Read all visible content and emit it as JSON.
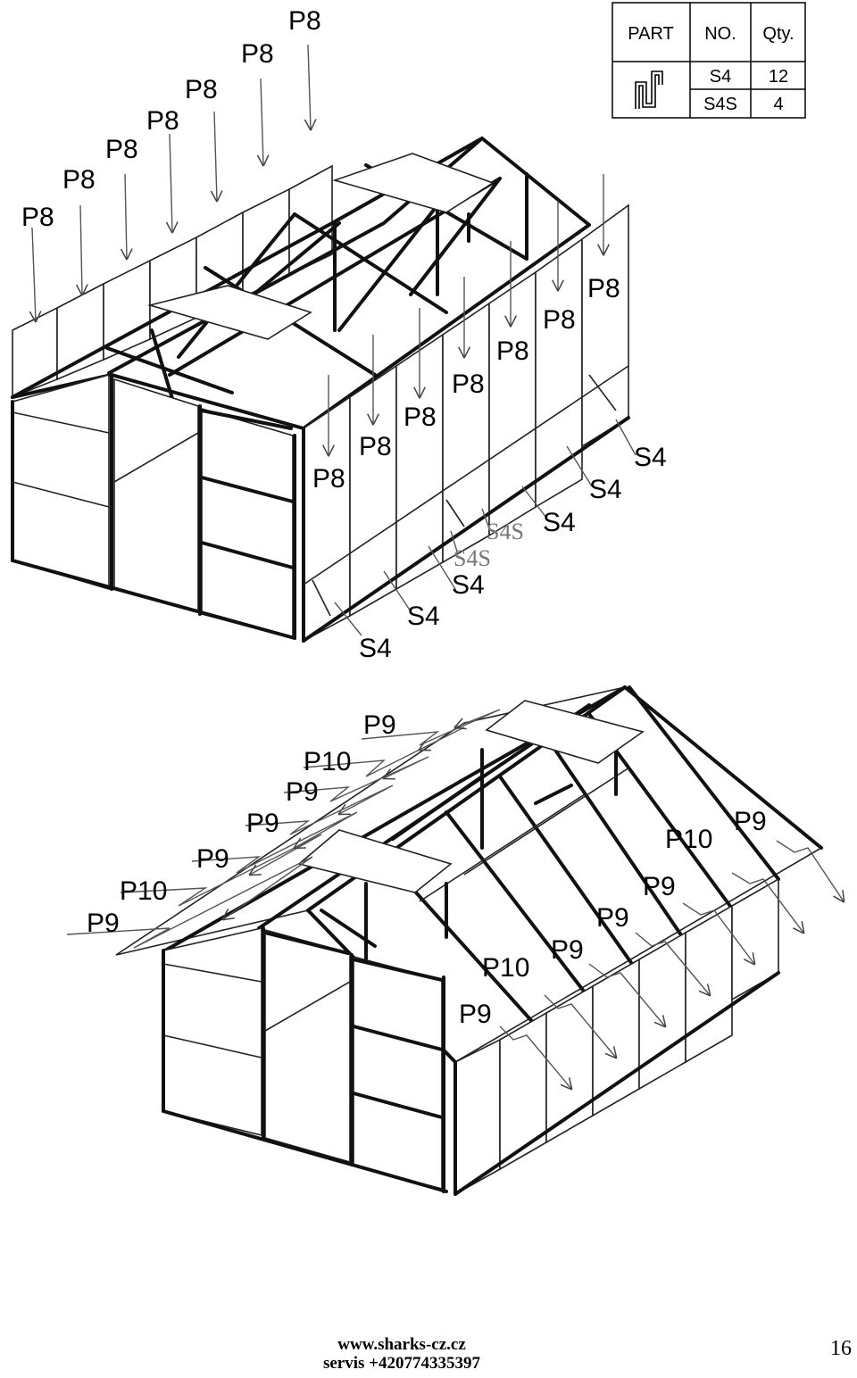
{
  "parts_table": {
    "headers": [
      "PART",
      "NO.",
      "Qty."
    ],
    "rows": [
      {
        "no": "S4",
        "qty": "12"
      },
      {
        "no": "S4S",
        "qty": "4"
      }
    ],
    "part_icon": "s4-clip-icon"
  },
  "top_diagram": {
    "left_panel_labels": [
      "P8",
      "P8",
      "P8",
      "P8",
      "P8",
      "P8",
      "P8"
    ],
    "right_panel_labels": [
      "P8",
      "P8",
      "P8",
      "P8",
      "P8",
      "P8",
      "P8"
    ],
    "clip_labels": [
      "S4",
      "S4",
      "S4",
      "S4S",
      "S4S",
      "S4",
      "S4",
      "S4"
    ]
  },
  "bottom_diagram": {
    "left_roof_labels": [
      "P9",
      "P10",
      "P9",
      "P9",
      "P9",
      "P10",
      "P9"
    ],
    "right_roof_labels": [
      "P9",
      "P10",
      "P9",
      "P9",
      "P9",
      "P10",
      "P9"
    ]
  },
  "footer": {
    "website": "www.sharks-cz.cz",
    "service": "servis +420774335397",
    "page_number": "16"
  }
}
